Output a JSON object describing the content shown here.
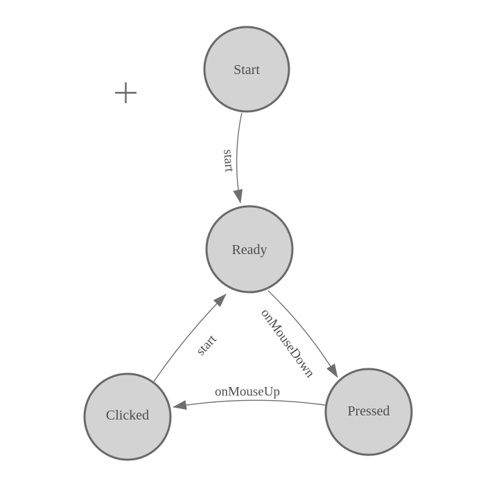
{
  "diagram": {
    "type": "state-machine",
    "nodes": [
      {
        "id": "start",
        "label": "Start"
      },
      {
        "id": "ready",
        "label": "Ready"
      },
      {
        "id": "clicked",
        "label": "Clicked"
      },
      {
        "id": "pressed",
        "label": "Pressed"
      }
    ],
    "edges": [
      {
        "from": "start",
        "to": "ready",
        "label": "start"
      },
      {
        "from": "clicked",
        "to": "ready",
        "label": "start"
      },
      {
        "from": "ready",
        "to": "pressed",
        "label": "onMouseDown"
      },
      {
        "from": "pressed",
        "to": "clicked",
        "label": "onMouseUp"
      }
    ],
    "colors": {
      "node_fill": "#d3d3d3",
      "node_stroke": "#696969",
      "edge_stroke": "#707070",
      "arrow_fill": "#6e6e6e",
      "label_text": "#4d4d4d",
      "background": "#ffffff"
    },
    "icons": [
      {
        "name": "crosshair-icon",
        "glyph": "+"
      }
    ]
  }
}
